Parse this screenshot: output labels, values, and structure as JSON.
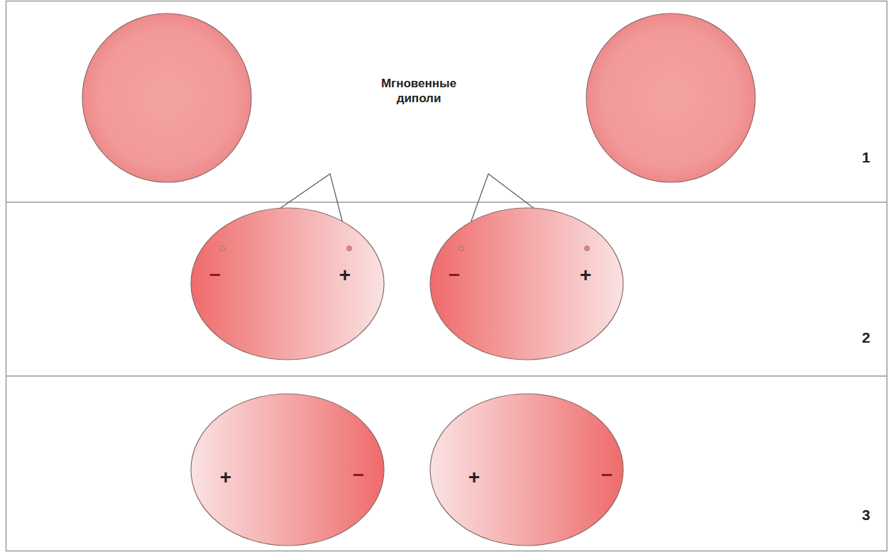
{
  "diagram": {
    "nodes": [
      {
        "text": [
          "−",
          "+"
        ]
      },
      {
        "text": [
          "−",
          "+"
        ]
      },
      {
        "text": [
          "+",
          "−"
        ]
      },
      {
        "text": [
          "+",
          "−"
        ]
      }
    ],
    "labels": [
      "Мгновенные диполи",
      "1",
      "2",
      "3"
    ]
  }
}
